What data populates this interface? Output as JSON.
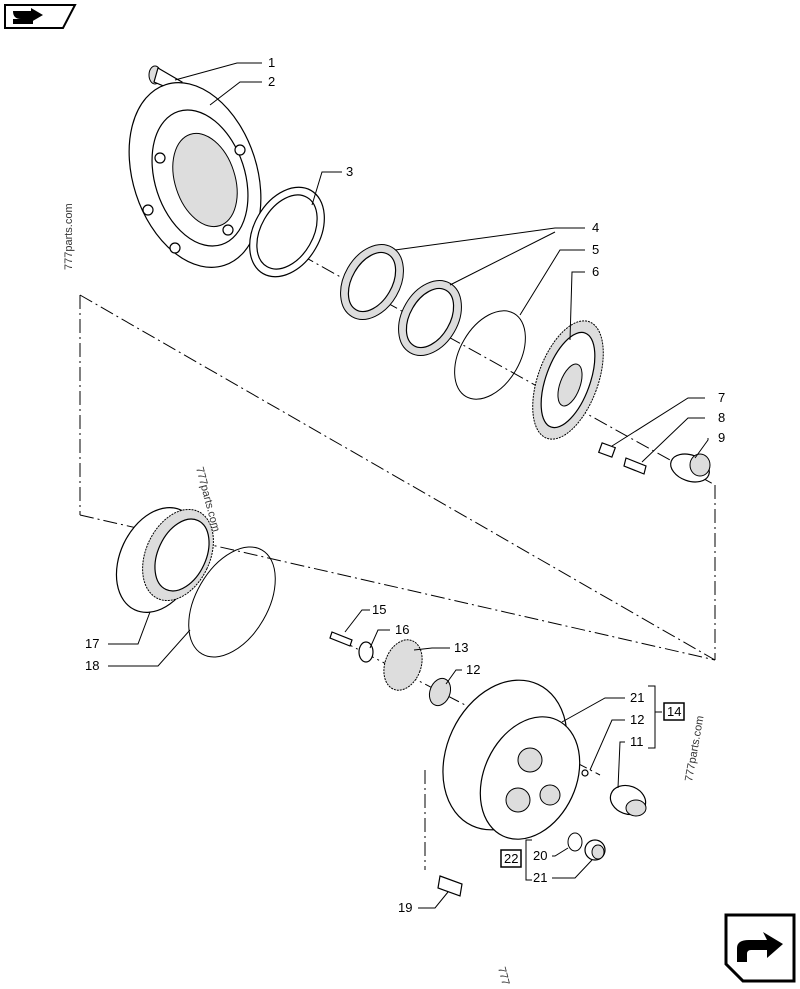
{
  "callouts": {
    "c1": "1",
    "c2": "2",
    "c3": "3",
    "c4": "4",
    "c5": "5",
    "c6": "6",
    "c7": "7",
    "c8": "8",
    "c9": "9",
    "c11": "11",
    "c12a": "12",
    "c12b": "12",
    "c13": "13",
    "c14": "14",
    "c15": "15",
    "c16": "16",
    "c17": "17",
    "c18": "18",
    "c19": "19",
    "c20": "20",
    "c21a": "21",
    "c21b": "21",
    "c22": "22"
  },
  "watermarks": {
    "w1": "777parts.com",
    "w2": "777parts.com",
    "w3": "777parts.com",
    "w4": "777"
  },
  "icons": {
    "top_nav": "prev-page-arrow-icon",
    "bottom_nav": "next-page-arrow-icon"
  }
}
